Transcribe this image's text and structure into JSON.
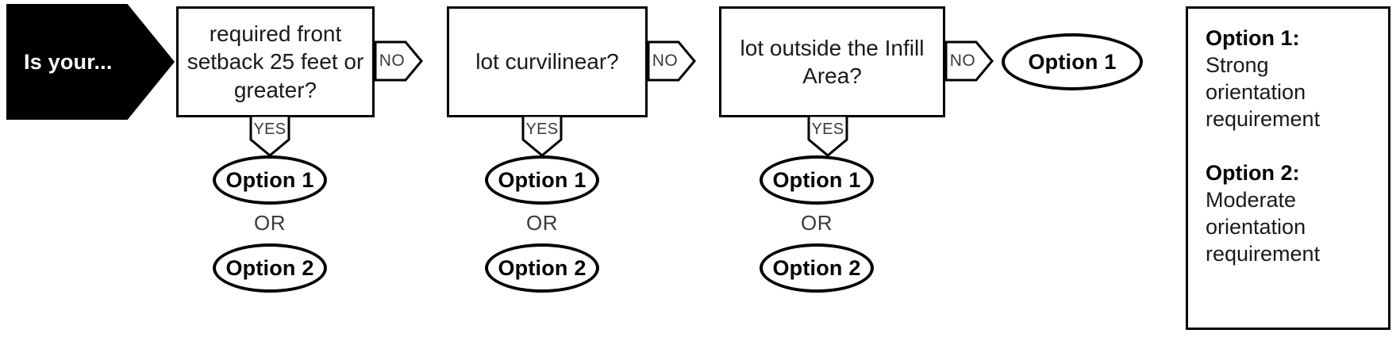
{
  "banner": {
    "label": "Is your..."
  },
  "flow": {
    "no_label": "NO",
    "yes_label": "YES",
    "or_label": "OR",
    "option1_label": "Option 1",
    "option2_label": "Option 2",
    "columns": [
      {
        "question": "required front setback 25 feet or greater?",
        "yes_outcomes": [
          "Option 1",
          "Option 2"
        ],
        "no_label": "NO",
        "yes_label": "YES",
        "or_label": "OR"
      },
      {
        "question": "lot curvilinear?",
        "yes_outcomes": [
          "Option 1",
          "Option 2"
        ],
        "no_label": "NO",
        "yes_label": "YES",
        "or_label": "OR"
      },
      {
        "question": "lot outside the Infill Area?",
        "yes_outcomes": [
          "Option 1",
          "Option 2"
        ],
        "no_label": "NO",
        "yes_label": "YES",
        "or_label": "OR"
      }
    ],
    "final_outcome": "Option 1"
  },
  "legend": {
    "entries": [
      {
        "title": "Option 1:",
        "description": "Strong orientation requirement"
      },
      {
        "title": "Option 2:",
        "description": "Moderate orientation requirement"
      }
    ]
  },
  "colors": {
    "banner_fill": "#000000",
    "banner_text": "#ffffff",
    "stroke": "#000000",
    "background": "#ffffff",
    "text": "#1a1a1a"
  }
}
